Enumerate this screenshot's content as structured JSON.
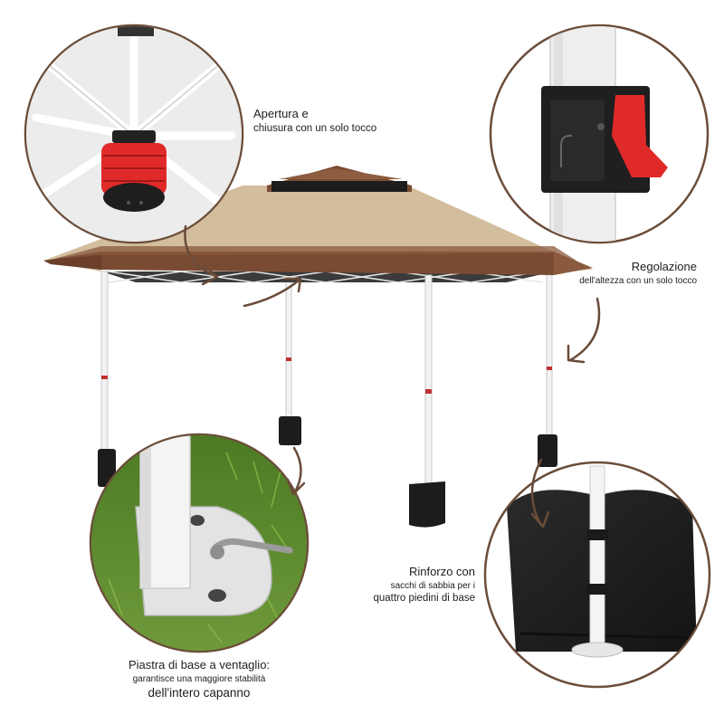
{
  "callouts": {
    "one_touch_open": {
      "line1": "Apertura e",
      "line2": "chiusura con un solo tocco"
    },
    "height_adjust": {
      "line1": "Regolazione",
      "line2": "dell'altezza con un solo tocco"
    },
    "sandbags": {
      "line1": "Rinforzo con",
      "line2": "sacchi di sabbia per i",
      "line3": "quattro piedini di base"
    },
    "base_plate": {
      "line1": "Piastra di base a ventaglio:",
      "line2": "garantisce una maggiore stabilità",
      "line3": "dell'intero capanno"
    }
  },
  "colors": {
    "canopy_beige": "#d2bd9d",
    "canopy_brown": "#7a4b33",
    "frame_white": "#f4f4f4",
    "sandbag_black": "#1c1c1c",
    "lock_red": "#e02a2a",
    "grass_green": "#5e8a2c"
  }
}
